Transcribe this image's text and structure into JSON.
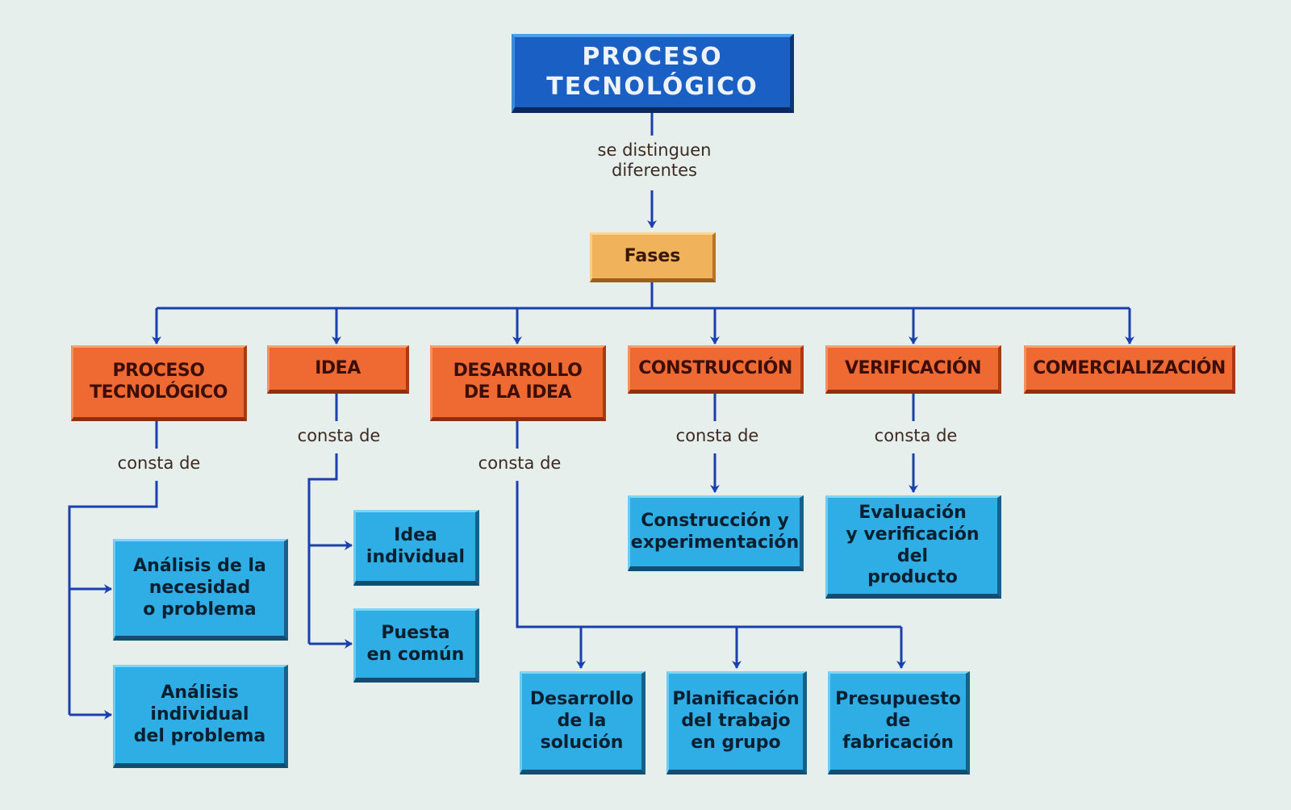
{
  "title": "PROCESO\nTECNOLÓGICO",
  "connector_main": "se distinguen\ndiferentes",
  "fases": "Fases",
  "phases": [
    {
      "label": "PROCESO\nTECNOLÓGICO",
      "connector": "consta de",
      "children": [
        "Análisis de la\nnecesidad\no problema",
        "Análisis\nindividual\ndel problema"
      ]
    },
    {
      "label": "IDEA",
      "connector": "consta de",
      "children": [
        "Idea\nindividual",
        "Puesta\nen común"
      ]
    },
    {
      "label": "DESARROLLO\nDE LA IDEA",
      "connector": "consta de",
      "children": [
        "Desarrollo\nde la\nsolución",
        "Planificación\ndel trabajo\nen grupo",
        "Presupuesto\nde\nfabricación"
      ]
    },
    {
      "label": "CONSTRUCCIÓN",
      "connector": "consta de",
      "children": [
        "Construcción y\nexperimentación"
      ]
    },
    {
      "label": "VERIFICACIÓN",
      "connector": "consta de",
      "children": [
        "Evaluación\ny verificación del\nproducto"
      ]
    },
    {
      "label": "COMERCIALIZACIÓN"
    }
  ],
  "colors": {
    "background": "#e6efec",
    "title_box": "#1a5fc4",
    "fases_box": "#f0b25a",
    "phase_box": "#ef6a32",
    "leaf_box": "#2eaee4",
    "connector_line": "#1b3fae"
  }
}
